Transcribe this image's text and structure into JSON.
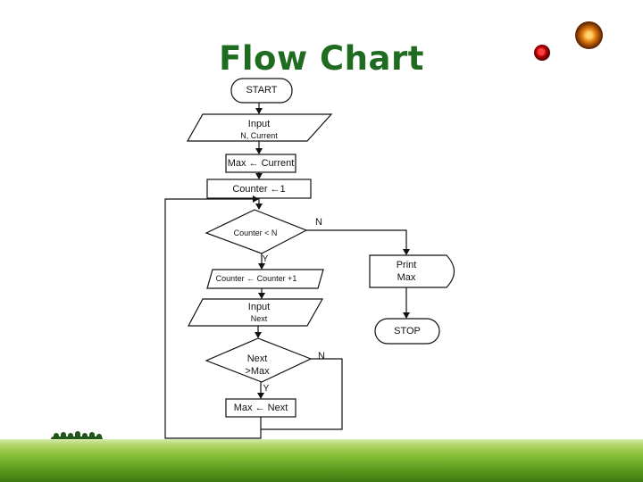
{
  "title": "Flow Chart",
  "nodes": {
    "start": "START",
    "input1_line1": "Input",
    "input1_line2": "N, Current",
    "max_current": "Max ← Current",
    "counter_init": "Counter ←1",
    "cond1": "Counter < N",
    "cond1_no": "N",
    "cond1_yes": "Y",
    "counter_inc": "Counter ← Counter +1",
    "print_line1": "Print",
    "print_line2": "Max",
    "input2_line1": "Input",
    "input2_line2": "Next",
    "stop": "STOP",
    "cond2_line1": "Next",
    "cond2_line2": ">Max",
    "cond2_no": "N",
    "cond2_yes": "Y",
    "max_next": "Max ← Next"
  },
  "colors": {
    "title": "#1f6b1f",
    "stroke": "#111111",
    "fill": "#ffffff",
    "grass": "#8cc23a"
  },
  "icons": [
    "red-dot-icon",
    "orange-dot-icon",
    "tree-line-icon"
  ]
}
